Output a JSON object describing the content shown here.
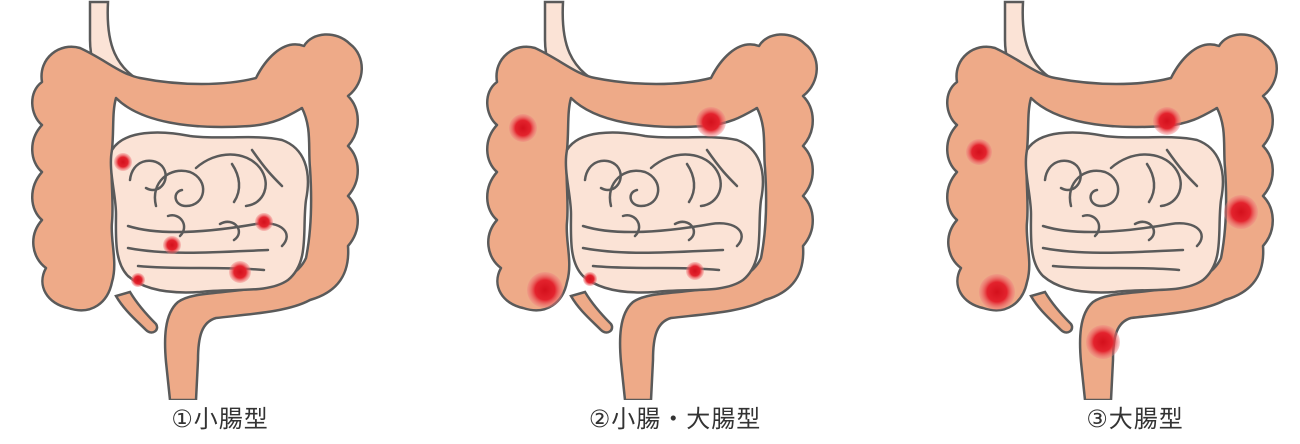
{
  "colors": {
    "colon_fill": "#eeaa88",
    "small_fill": "#fbe3d6",
    "outline": "#5a5a5a",
    "lesion": "#e3232d",
    "lesion_glow": "#f08080"
  },
  "panels": [
    {
      "caption": "①小腸型",
      "lesion_locations": "small intestine"
    },
    {
      "caption": "②小腸・大腸型",
      "lesion_locations": "small and large intestine"
    },
    {
      "caption": "③大腸型",
      "lesion_locations": "large intestine"
    }
  ]
}
